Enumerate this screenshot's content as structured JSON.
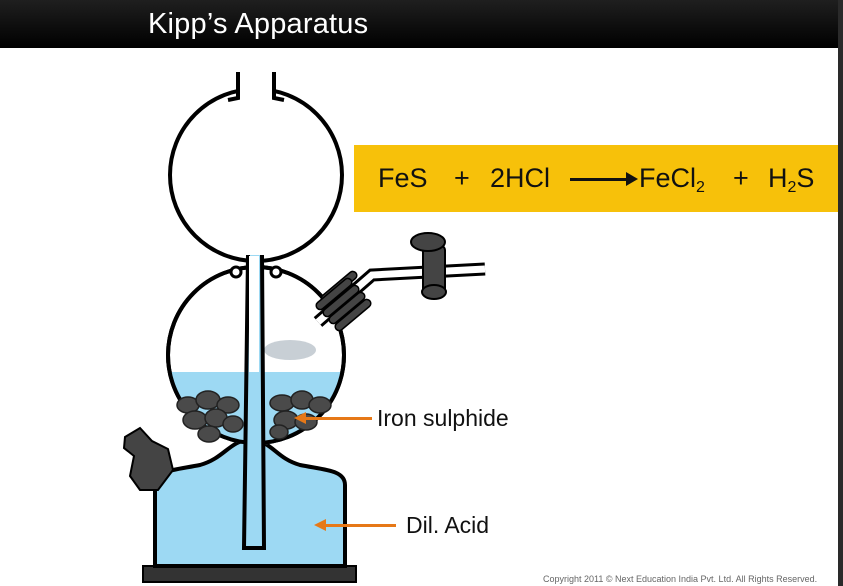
{
  "title": "Kipp’s Apparatus",
  "equation": {
    "reactant1": "FeS",
    "plus1": "+",
    "reactant2": "2HCl",
    "product1_main": "FeCl",
    "product1_sub": "2",
    "plus2": "+",
    "product2_main": "H",
    "product2_sub": "2",
    "product2_rest": "S"
  },
  "labels": {
    "iron_sulphide": "Iron sulphide",
    "dil_acid": "Dil. Acid"
  },
  "copyright": "Copyright 2011 © Next Education India Pvt. Ltd. All Rights Reserved.",
  "colors": {
    "acid": "#9dd9f3",
    "equation_bg": "#f7c10a",
    "pointer": "#e67817",
    "outline": "#000000",
    "stone": "#555555"
  }
}
